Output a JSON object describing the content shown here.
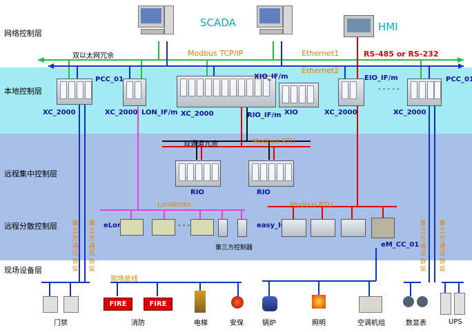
{
  "layers": {
    "network": "网络控制层",
    "local": "本地控制层",
    "remote_central": "远程集中控制层",
    "remote_dist": "远程分散控制层",
    "field": "现场设备层"
  },
  "top": {
    "scada": "SCADA",
    "hmi": "HMI",
    "dual_eth": "双以太网冗余",
    "modbus_tcp": "Modbus TCP/IP",
    "eth1": "Ethernet1",
    "eth2": "Ethernet2",
    "rs": "RS-485 or RS-232"
  },
  "local": {
    "pcc01_left": "PCC_01",
    "pcc01_right": "PCC_01",
    "xc_1": "XC_2000",
    "xc_2": "XC_2000",
    "xc_3": "XC_2000",
    "xc_4": "XC_2000",
    "xc_5": "XC_2000",
    "lon_if": "LON_IF/m",
    "xio_if": "XIO_IF/m",
    "rio_if": "RIO_IF/m",
    "xio": "XIO",
    "eio_if": "EIO_IF/m",
    "dashes": "- - - - -"
  },
  "central": {
    "dual_channel": "双通道冗余",
    "modbus_rtu": "Modbus RTU",
    "rio_1": "RIO",
    "rio_2": "RIO"
  },
  "dist": {
    "lonworks": "LonWorks",
    "modbus_rtu": "Modbus RTU",
    "elon": "eLon",
    "easy_io": "easy_IO",
    "em_cc": "eM_CC_01",
    "third_party": "第三方控制器"
  },
  "side": {
    "third_protocol": "第三方通讯协议"
  },
  "field": {
    "bus": "现场总线",
    "fire": "FIRE",
    "access": "门禁",
    "fire_lbl": "消防",
    "elevator": "电梯",
    "security": "安保",
    "boiler": "锅炉",
    "lighting": "照明",
    "ac": "空调机组",
    "meter": "数显表",
    "ups": "UPS"
  },
  "colors": {
    "band_cyan": "#9ee8f2",
    "band_blue": "#a8c0e8",
    "line_green": "#20c040",
    "line_red": "#e00000",
    "line_blue": "#1030c0",
    "line_magenta": "#e040e0"
  }
}
